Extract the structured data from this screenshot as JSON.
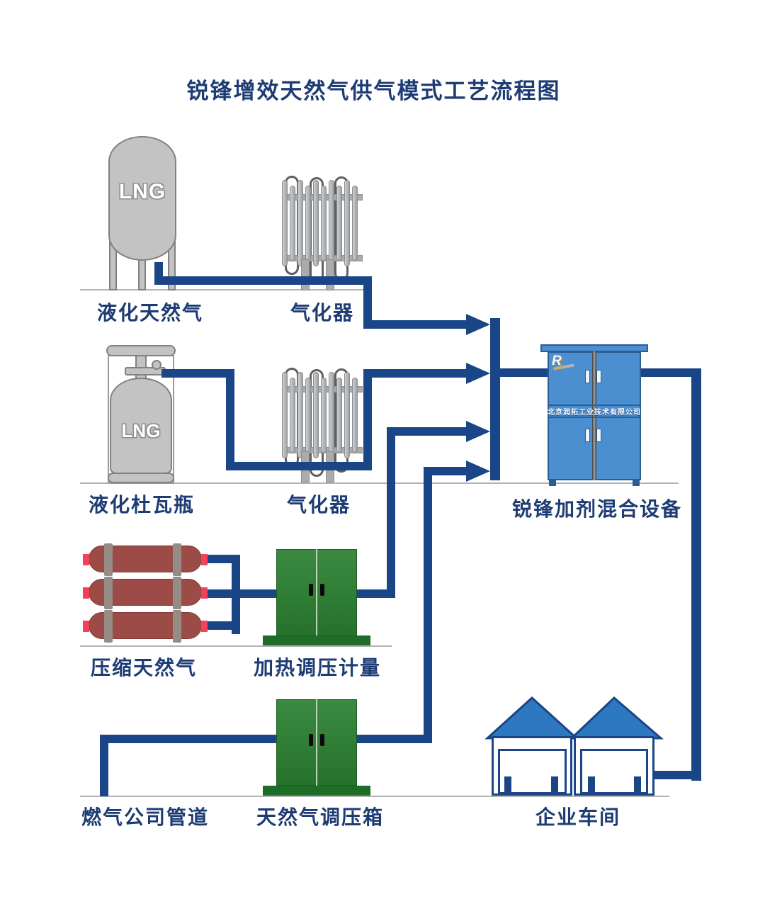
{
  "title": "锐锋增效天然气供气模式工艺流程图",
  "labels": {
    "lng_tank": "液化天然气",
    "vaporizer_1": "气化器",
    "dewar": "液化杜瓦瓶",
    "vaporizer_2": "气化器",
    "cng": "压缩天然气",
    "heater_metering": "加热调压计量",
    "mixer": "锐锋加剂混合设备",
    "pipeline": "燃气公司管道",
    "regulator_box": "天然气调压箱",
    "workshop": "企业车间"
  },
  "texts": {
    "tank_marking": "LNG",
    "dewar_marking": "LNG",
    "company_band": "北京润拓工业技术有限公司",
    "brand_letter": "R"
  },
  "colors": {
    "pipe": "#1a4687",
    "label": "#1e3c74",
    "cabblue": "#4b8fd1",
    "green": "#2e7d33",
    "greendark": "#1f6b28",
    "red": "#9c4b47",
    "redcap": "#f4415a",
    "strap": "#958c86",
    "roof": "#2e78c2",
    "gray": "#c3c3c3",
    "navy": "#1c4587"
  }
}
